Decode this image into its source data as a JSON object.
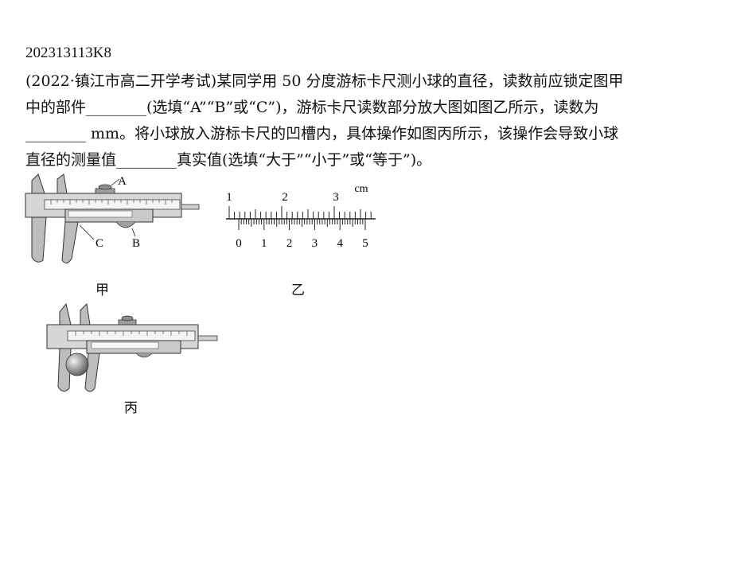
{
  "document": {
    "id": "202313113K8",
    "lines": [
      "(2022·镇江市高二开学考试)某同学用 50 分度游标卡尺测小球的直径，读数前应锁定图甲",
      "中的部件________(选填“A”“B”或“C”)，游标卡尺读数部分放大图如图乙所示，读数为",
      "________ mm。将小球放入游标卡尺的凹槽内，具体操作如图丙所示，该操作会导致小球",
      "直径的测量值________真实值(选填“大于”“小于”或“等于”)。"
    ]
  },
  "figures": {
    "jia": {
      "caption": "甲",
      "labels": [
        "A",
        "B",
        "C"
      ]
    },
    "yi": {
      "caption": "乙",
      "unit": "cm",
      "main_scale_labels": [
        "1",
        "2",
        "3"
      ],
      "vernier_scale_labels": [
        "0",
        "1",
        "2",
        "3",
        "4",
        "5"
      ]
    },
    "bing": {
      "caption": "丙"
    }
  }
}
